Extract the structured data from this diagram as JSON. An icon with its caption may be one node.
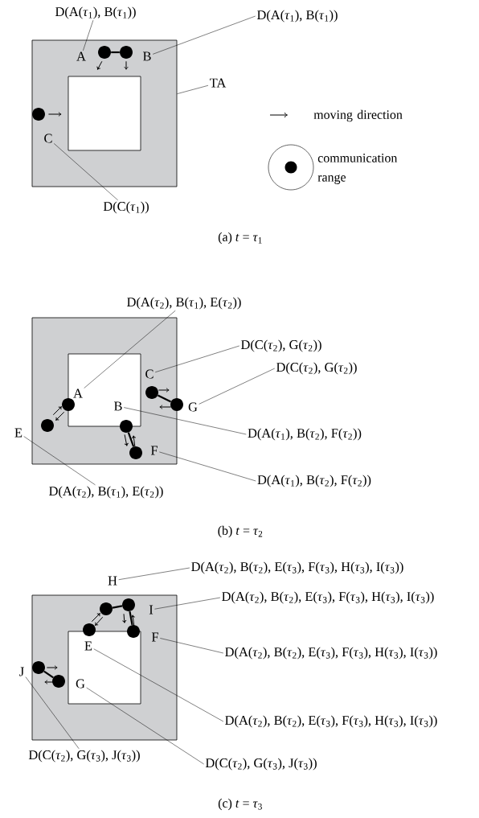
{
  "diagram": {
    "nodes": [
      {
        "text": [],
        "shape": "box"
      },
      {
        "text": [],
        "shape": "box",
        "in": 0
      },
      {
        "text": [
          "D(A(*τ*$_{1}$), B(*τ*$_{1}$))"
        ]
      },
      {
        "text": [
          "D(A(*τ*$_{1}$), B(*τ*$_{1}$))"
        ]
      },
      {
        "text": [
          "TA"
        ]
      },
      {
        "text": [
          "A"
        ],
        "in": 0
      },
      {
        "text": [],
        "shape": "circle",
        "in": 0
      },
      {
        "text": [],
        "shape": "circle",
        "in": 0
      },
      {
        "text": [
          "B"
        ],
        "in": 0
      },
      {
        "text": [],
        "shape": "circle",
        "in": 0
      },
      {
        "text": [
          "C"
        ],
        "in": 0
      },
      {
        "text": [
          "D(C(*τ*$_{1}$))"
        ]
      },
      {
        "text": [],
        "shape": "box"
      },
      {
        "text": [],
        "shape": "box",
        "in": 12
      },
      {
        "text": [
          "D(A(*τ*$_{2}$), B(*τ*$_{1}$), E(*τ*$_{2}$))"
        ]
      },
      {
        "text": [
          "D(C(*τ*$_{2}$), G(*τ*$_{2}$))"
        ]
      },
      {
        "text": [
          "C"
        ],
        "in": 12
      },
      {
        "text": [],
        "shape": "circle",
        "in": 12
      },
      {
        "text": [],
        "shape": "circle"
      },
      {
        "text": [
          "G"
        ]
      },
      {
        "text": [
          "D(C(*τ*$_{2}$), G(*τ*$_{2}$))"
        ]
      },
      {
        "text": [
          "A"
        ],
        "in": 13
      },
      {
        "text": [],
        "shape": "circle",
        "in": 12
      },
      {
        "text": [
          "B"
        ],
        "in": 13
      },
      {
        "text": [
          "D(A(*τ*$_{1}$), B(*τ*$_{2}$), F(*τ*$_{2}$))"
        ]
      },
      {
        "text": [],
        "shape": "circle",
        "in": 12
      },
      {
        "text": [
          "E"
        ]
      },
      {
        "text": [],
        "shape": "circle",
        "in": 12
      },
      {
        "text": [],
        "shape": "circle",
        "in": 12
      },
      {
        "text": [
          "F"
        ],
        "in": 12
      },
      {
        "text": [
          "D(A(*τ*$_{1}$), B(*τ*$_{2}$), F(*τ*$_{2}$))"
        ]
      },
      {
        "text": [
          "D(A(*τ*$_{2}$), B(*τ*$_{1}$), E(*τ*$_{2}$))"
        ]
      },
      {
        "text": [
          "H"
        ]
      },
      {
        "text": [
          "D(A(*τ*$_{2}$), B(*τ*$_{2}$), E(*τ*$_{3}$), F(*τ*$_{3}$), H(*τ*$_{3}$), I(*τ*$_{3}$))"
        ]
      },
      {
        "text": [],
        "shape": "box"
      },
      {
        "text": [],
        "shape": "box",
        "in": 34
      },
      {
        "text": [],
        "shape": "circle",
        "in": 34
      },
      {
        "text": [],
        "shape": "circle",
        "in": 34
      },
      {
        "text": [
          "I"
        ],
        "in": 34
      },
      {
        "text": [
          "D(A(*τ*$_{2}$), B(*τ*$_{2}$), E(*τ*$_{3}$), F(*τ*$_{3}$), H(*τ*$_{3}$), I(*τ*$_{3}$))"
        ]
      },
      {
        "text": [],
        "shape": "circle",
        "in": 34
      },
      {
        "text": [],
        "shape": "circle",
        "in": 34
      },
      {
        "text": [
          "F"
        ],
        "in": 34
      },
      {
        "text": [
          "D(A(*τ*$_{2}$), B(*τ*$_{2}$), E(*τ*$_{3}$), F(*τ*$_{3}$), H(*τ*$_{3}$), I(*τ*$_{3}$))"
        ]
      },
      {
        "text": [
          "E"
        ],
        "in": 35
      },
      {
        "text": [],
        "shape": "circle",
        "in": 34
      },
      {
        "text": [
          "J"
        ]
      },
      {
        "text": [],
        "shape": "circle",
        "in": 34
      },
      {
        "text": [
          "G"
        ],
        "in": 35
      },
      {
        "text": [
          "D(A(*τ*$_{2}$), B(*τ*$_{2}$), E(*τ*$_{3}$), F(*τ*$_{3}$), H(*τ*$_{3}$), I(*τ*$_{3}$))"
        ]
      },
      {
        "text": [
          "D(C(*τ*$_{2}$), G(*τ*$_{3}$), J(*τ*$_{3}$))"
        ]
      },
      {
        "text": [
          "D(C(*τ*$_{2}$), G(*τ*$_{3}$), J(*τ*$_{3}$))"
        ]
      }
    ],
    "edges": [
      {
        "from": 2,
        "to": 5,
        "arrow": "none"
      },
      {
        "from": 3,
        "to": 8,
        "arrow": "none"
      },
      {
        "from": 4,
        "to": 0,
        "arrow": "none"
      },
      {
        "from": 6,
        "to": 7,
        "arrow": "none",
        "style": "thick"
      },
      {
        "from": 11,
        "to": 10,
        "arrow": "none"
      },
      {
        "from": 14,
        "to": 21,
        "arrow": "none"
      },
      {
        "from": 15,
        "to": 16,
        "arrow": "none"
      },
      {
        "from": 17,
        "to": 18,
        "arrow": "none",
        "style": "thick"
      },
      {
        "from": 20,
        "to": 19,
        "arrow": "none"
      },
      {
        "from": 24,
        "to": 23,
        "arrow": "none"
      },
      {
        "from": 27,
        "to": 28,
        "arrow": "none",
        "style": "thick"
      },
      {
        "from": 30,
        "to": 29,
        "arrow": "none"
      },
      {
        "from": 31,
        "to": 26,
        "arrow": "none"
      },
      {
        "from": 33,
        "to": 32,
        "arrow": "none"
      },
      {
        "from": 36,
        "to": 37,
        "arrow": "none",
        "style": "thick"
      },
      {
        "from": 39,
        "to": 38,
        "arrow": "none"
      },
      {
        "from": 37,
        "to": 41,
        "arrow": "none",
        "style": "thick"
      },
      {
        "from": 43,
        "to": 42,
        "arrow": "none"
      },
      {
        "from": 49,
        "to": 44,
        "arrow": "none"
      },
      {
        "from": 45,
        "to": 47,
        "arrow": "none",
        "style": "thick"
      },
      {
        "from": 50,
        "to": 48,
        "arrow": "none"
      },
      {
        "from": 51,
        "to": 46,
        "arrow": "none"
      }
    ],
    "labels": [
      "(a) *t* = *τ*$_{1}$",
      "(b) *t* = *τ*$_{2}$",
      "(c) *t* = *τ*$_{3}$"
    ],
    "legend": [
      {
        "text": "moving direction"
      },
      {
        "text": "communication range"
      }
    ]
  }
}
